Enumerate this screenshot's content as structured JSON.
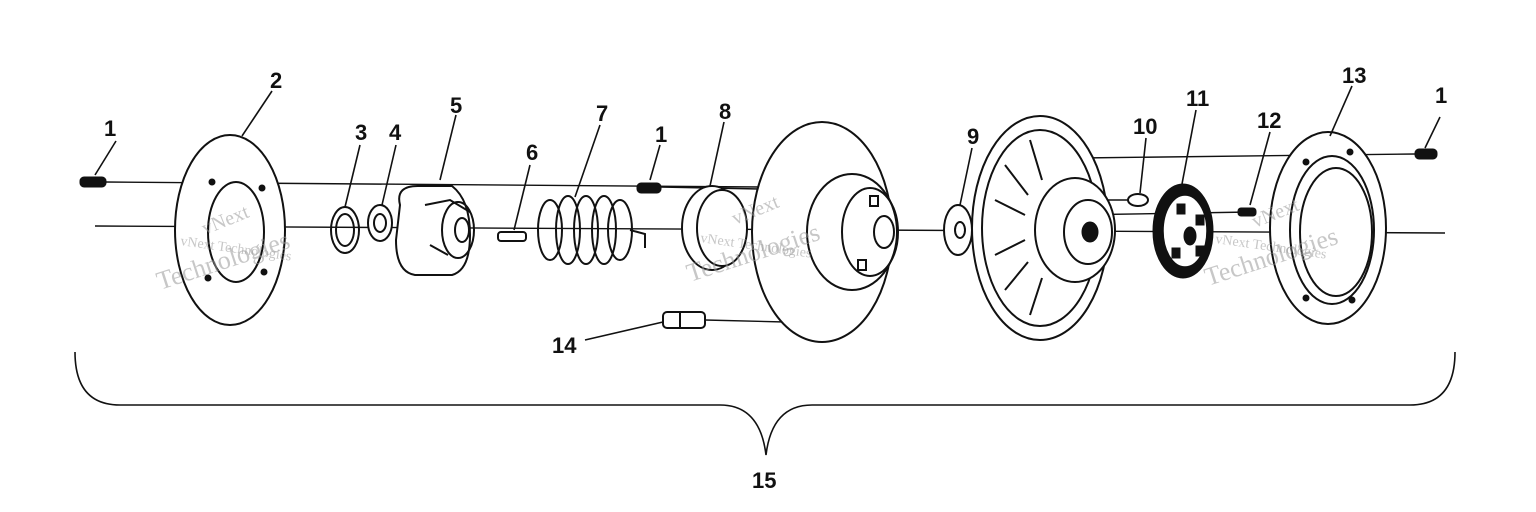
{
  "callouts": [
    "1",
    "2",
    "3",
    "4",
    "5",
    "6",
    "7",
    "1",
    "8",
    "9",
    "10",
    "11",
    "12",
    "13",
    "1",
    "14",
    "15"
  ],
  "watermark": {
    "line1": "vNext",
    "line2": "Technologies",
    "full": "vNext Technologies"
  }
}
